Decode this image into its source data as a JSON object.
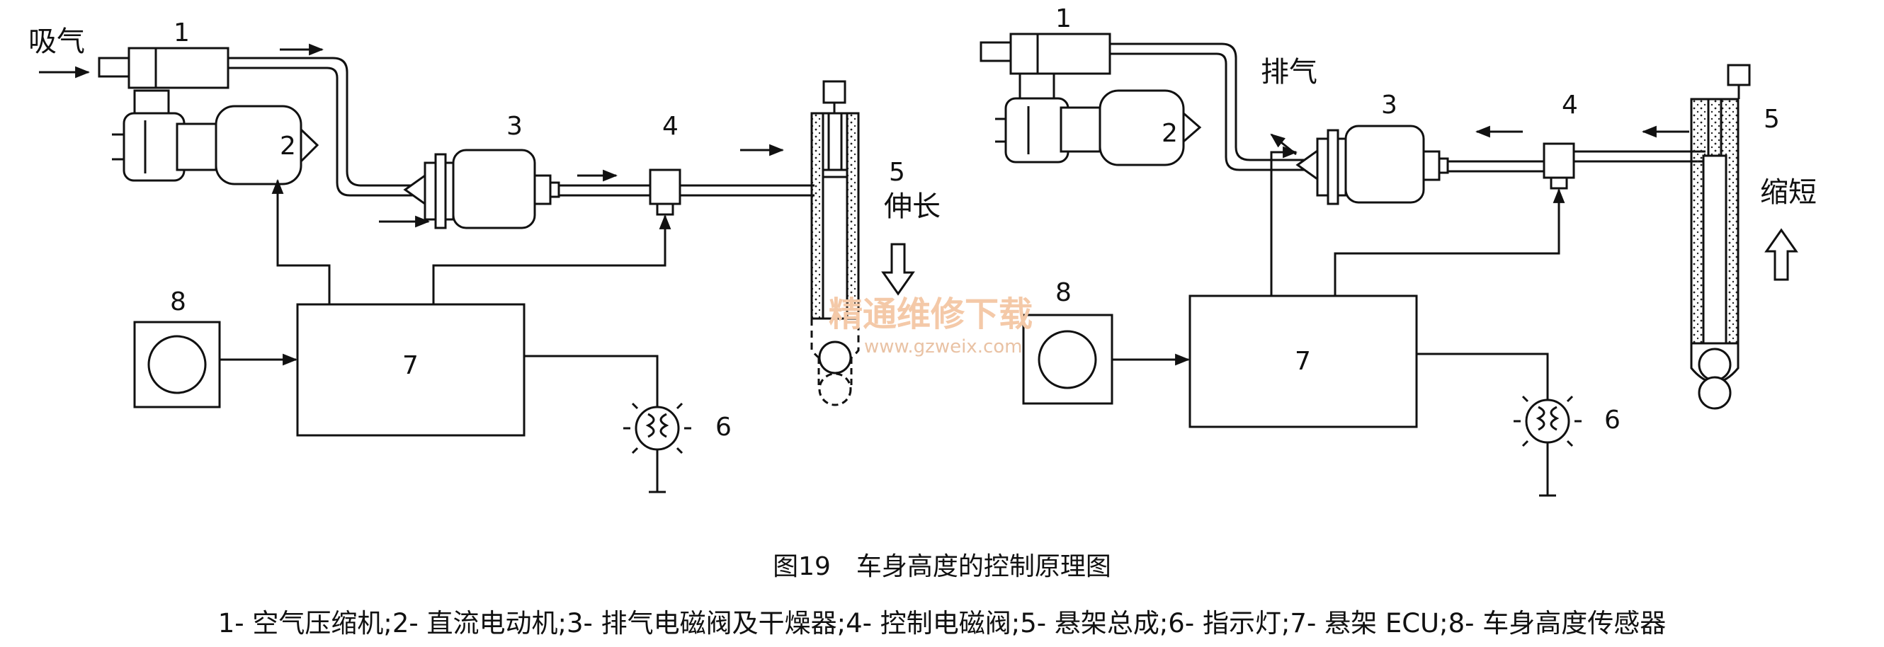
{
  "left": {
    "n1": "1",
    "n2": "2",
    "n3": "3",
    "n4": "4",
    "n5": "5",
    "n6": "6",
    "n7": "7",
    "n8": "8",
    "intake": "吸气",
    "extend": "伸长"
  },
  "right": {
    "n1": "1",
    "n2": "2",
    "n3": "3",
    "n4": "4",
    "n5": "5",
    "n6": "6",
    "n7": "7",
    "n8": "8",
    "exhaust": "排气",
    "shorten": "缩短"
  },
  "watermark": {
    "title": "精通维修下载",
    "url": "www.gzweix.com"
  },
  "caption": {
    "title": "图19　车身高度的控制原理图",
    "legend": "1- 空气压缩机;2- 直流电动机;3- 排气电磁阀及干燥器;4- 控制电磁阀;5- 悬架总成;6- 指示灯;7- 悬架 ECU;8- 车身高度传感器"
  }
}
